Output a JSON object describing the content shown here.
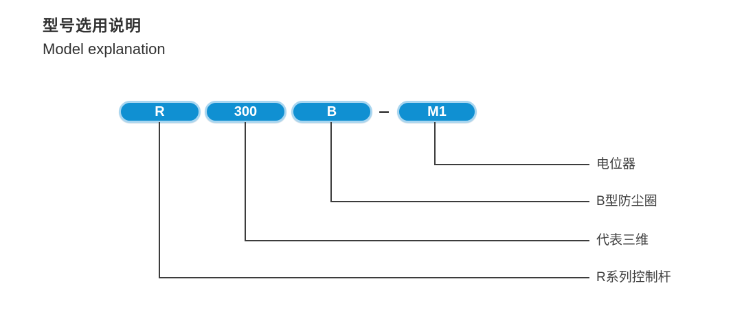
{
  "page": {
    "title_zh": "型号选用说明",
    "title_en": "Model explanation"
  },
  "model": {
    "codes": [
      {
        "text": "R"
      },
      {
        "text": "300"
      },
      {
        "text": "B"
      },
      {
        "text": "M1"
      }
    ],
    "separator": "–"
  },
  "callouts": [
    {
      "code": "M1",
      "label": "电位器"
    },
    {
      "code": "B",
      "label": "B型防尘圈"
    },
    {
      "code": "300",
      "label": "代表三维"
    },
    {
      "code": "R",
      "label": "R系列控制杆"
    }
  ],
  "colors": {
    "pill_fill": "#1090d2",
    "pill_border": "#a9d6f0",
    "line": "#3c3c3c",
    "text": "#3f3f3f",
    "background": "#ffffff"
  }
}
